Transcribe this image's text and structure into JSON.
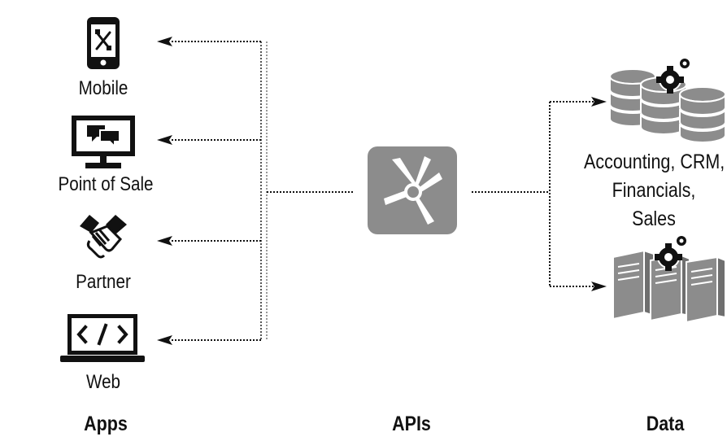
{
  "apps": {
    "title": "Apps",
    "items": [
      {
        "label": "Mobile",
        "icon": "mobile-phone-icon"
      },
      {
        "label": "Point of Sale",
        "icon": "monitor-chat-icon"
      },
      {
        "label": "Partner",
        "icon": "handshake-icon"
      },
      {
        "label": "Web",
        "icon": "laptop-code-icon"
      }
    ]
  },
  "apis": {
    "title": "APIs",
    "icon": "api-hub-icon",
    "icon_color": "#8c8c8c"
  },
  "data": {
    "title": "Data",
    "database_label_lines": [
      "Accounting, CRM,",
      "Financials,",
      "Sales"
    ],
    "database_icon": "database-gear-icon",
    "server_icon": "server-gear-icon",
    "icon_color": "#8c8c8c"
  }
}
